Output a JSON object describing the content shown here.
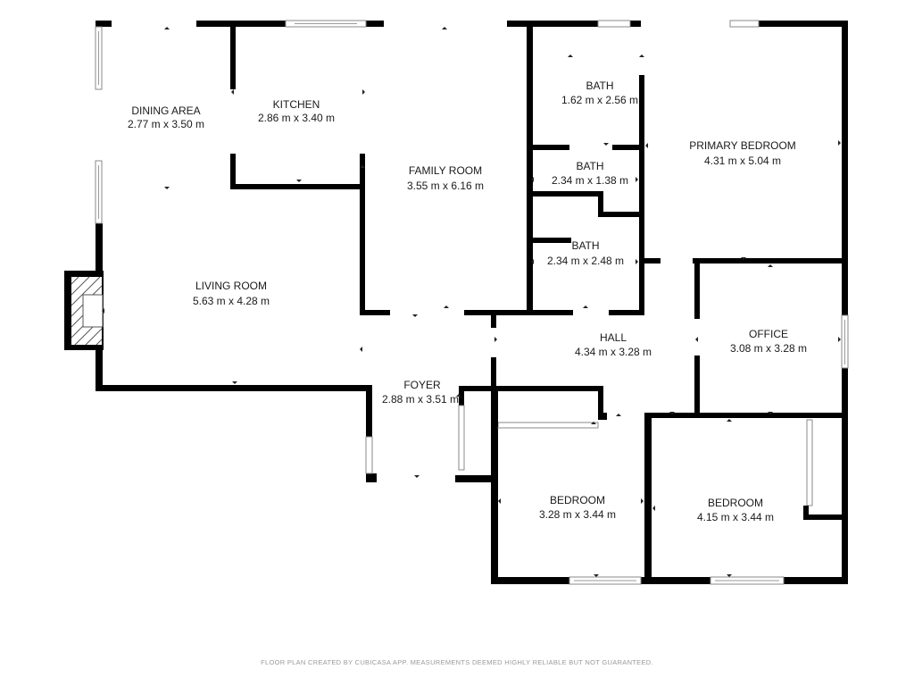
{
  "rooms": {
    "dining_area": {
      "name": "DINING AREA",
      "dims": "2.77 m x 3.50 m"
    },
    "kitchen": {
      "name": "KITCHEN",
      "dims": "2.86 m x 3.40 m"
    },
    "family_room": {
      "name": "FAMILY ROOM",
      "dims": "3.55 m x 6.16 m"
    },
    "bath_1": {
      "name": "BATH",
      "dims": "1.62 m x 2.56 m"
    },
    "bath_2": {
      "name": "BATH",
      "dims": "2.34 m x 1.38 m"
    },
    "bath_3": {
      "name": "BATH",
      "dims": "2.34 m x 2.48 m"
    },
    "primary_bedroom": {
      "name": "PRIMARY BEDROOM",
      "dims": "4.31 m x 5.04 m"
    },
    "living_room": {
      "name": "LIVING ROOM",
      "dims": "5.63 m x 4.28 m"
    },
    "hall": {
      "name": "HALL",
      "dims": "4.34 m x 3.28 m"
    },
    "office": {
      "name": "OFFICE",
      "dims": "3.08 m x 3.28 m"
    },
    "foyer": {
      "name": "FOYER",
      "dims": "2.88 m x 3.51 m"
    },
    "bedroom_1": {
      "name": "BEDROOM",
      "dims": "3.28 m x 3.44 m"
    },
    "bedroom_2": {
      "name": "BEDROOM",
      "dims": "4.15 m x 3.44 m"
    }
  },
  "footer": {
    "text": "FLOOR PLAN CREATED BY CUBICASA APP. MEASUREMENTS DEEMED HIGHLY RELIABLE BUT NOT GUARANTEED."
  }
}
